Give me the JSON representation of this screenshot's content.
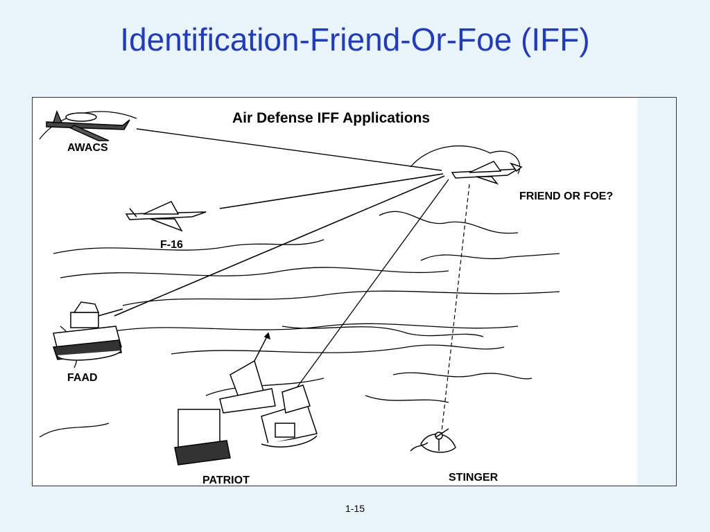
{
  "slide": {
    "title": "Identification-Friend-Or-Foe (IFF)",
    "page_number": "1-15"
  },
  "diagram": {
    "heading": "Air Defense IFF Applications",
    "labels": {
      "awacs": "AWACS",
      "f16": "F-16",
      "friend_or_foe": "FRIEND OR FOE?",
      "faad": "FAAD",
      "patriot": "PATRIOT",
      "stinger": "STINGER"
    },
    "icons": [
      "awacs-aircraft-icon",
      "f16-jet-icon",
      "unknown-aircraft-icon",
      "faad-vehicle-icon",
      "patriot-launcher-icon",
      "stinger-soldier-icon"
    ]
  }
}
